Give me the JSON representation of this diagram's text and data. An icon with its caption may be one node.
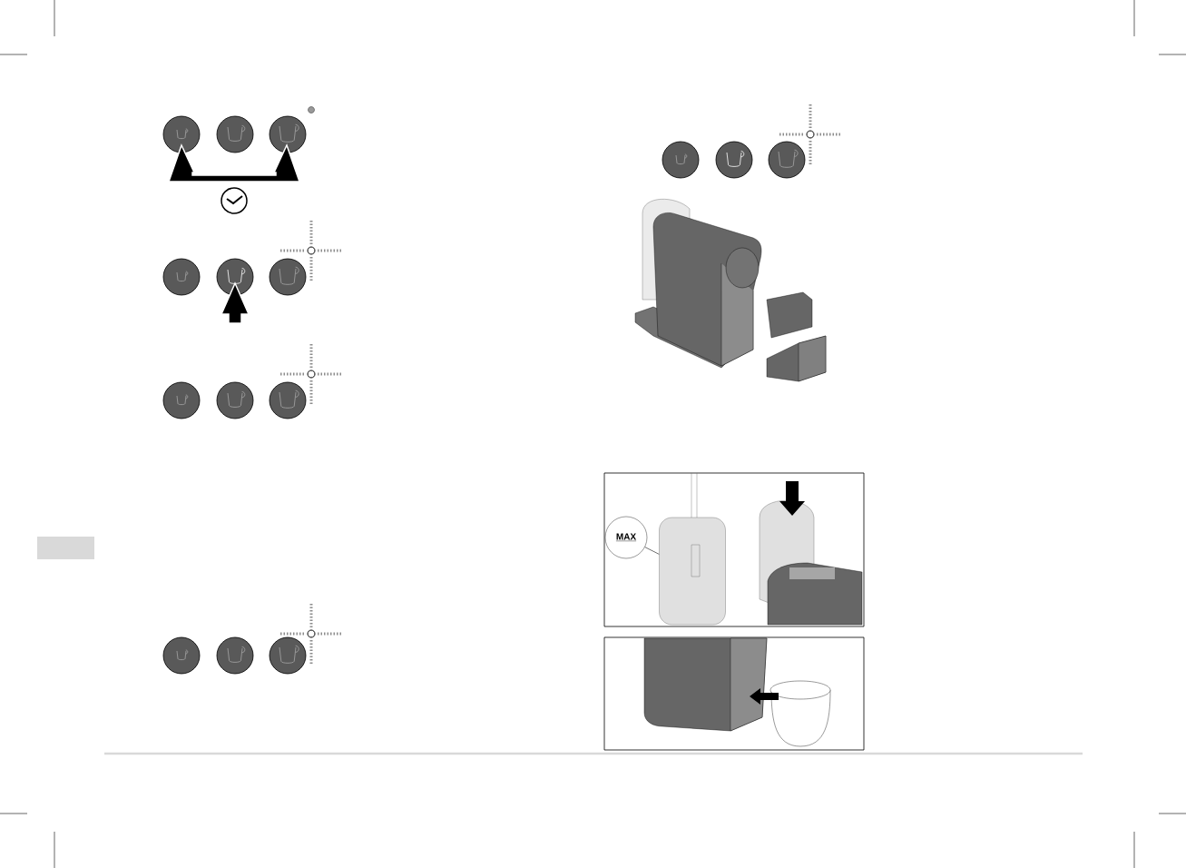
{
  "diagram": {
    "nodes": [
      {
        "text": [
          "MAX"
        ]
      },
      {
        "text": [],
        "shape": "box"
      }
    ],
    "edges": [
      {
        "from": 0,
        "to": 1,
        "arrow": "none"
      }
    ]
  }
}
